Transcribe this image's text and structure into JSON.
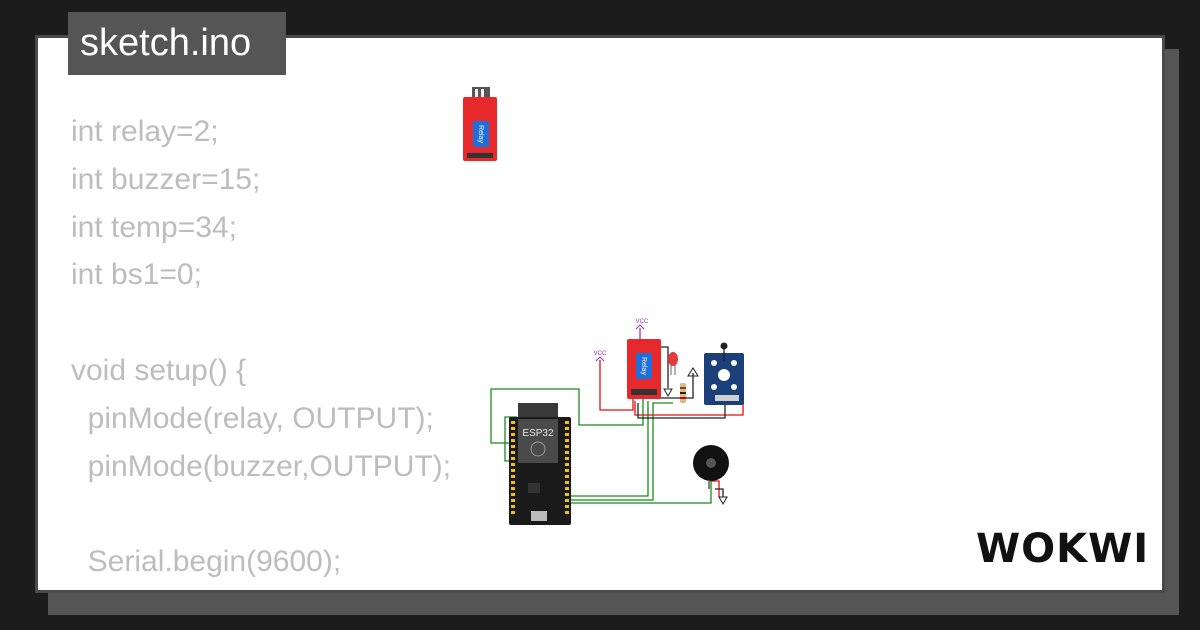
{
  "tab": {
    "filename": "sketch.ino"
  },
  "code": {
    "lines": [
      "int relay=2;",
      "int buzzer=15;",
      "int temp=34;",
      "int bs1=0;",
      "",
      "void setup() {",
      "  pinMode(relay, OUTPUT);",
      "  pinMode(buzzer,OUTPUT);",
      "",
      "  Serial.begin(9600);",
      "}"
    ]
  },
  "circuit": {
    "board_label": "ESP32",
    "relay_label": "Relay",
    "vcc_label_1": "VCC",
    "vcc_label_2": "VCC",
    "components": [
      "esp32-board",
      "relay-module",
      "relay-module-small",
      "led",
      "resistor",
      "temperature-sensor",
      "buzzer",
      "vcc",
      "ground"
    ]
  },
  "brand": {
    "logo_text": "WOKWI"
  },
  "colors": {
    "background": "#1c1c1c",
    "card": "#ffffff",
    "tab": "#555555",
    "code_text": "#bdbdbd",
    "relay_red": "#e8292b",
    "wire_green": "#1a8a1a",
    "wire_red": "#d11",
    "sensor_blue": "#1b3f78"
  }
}
